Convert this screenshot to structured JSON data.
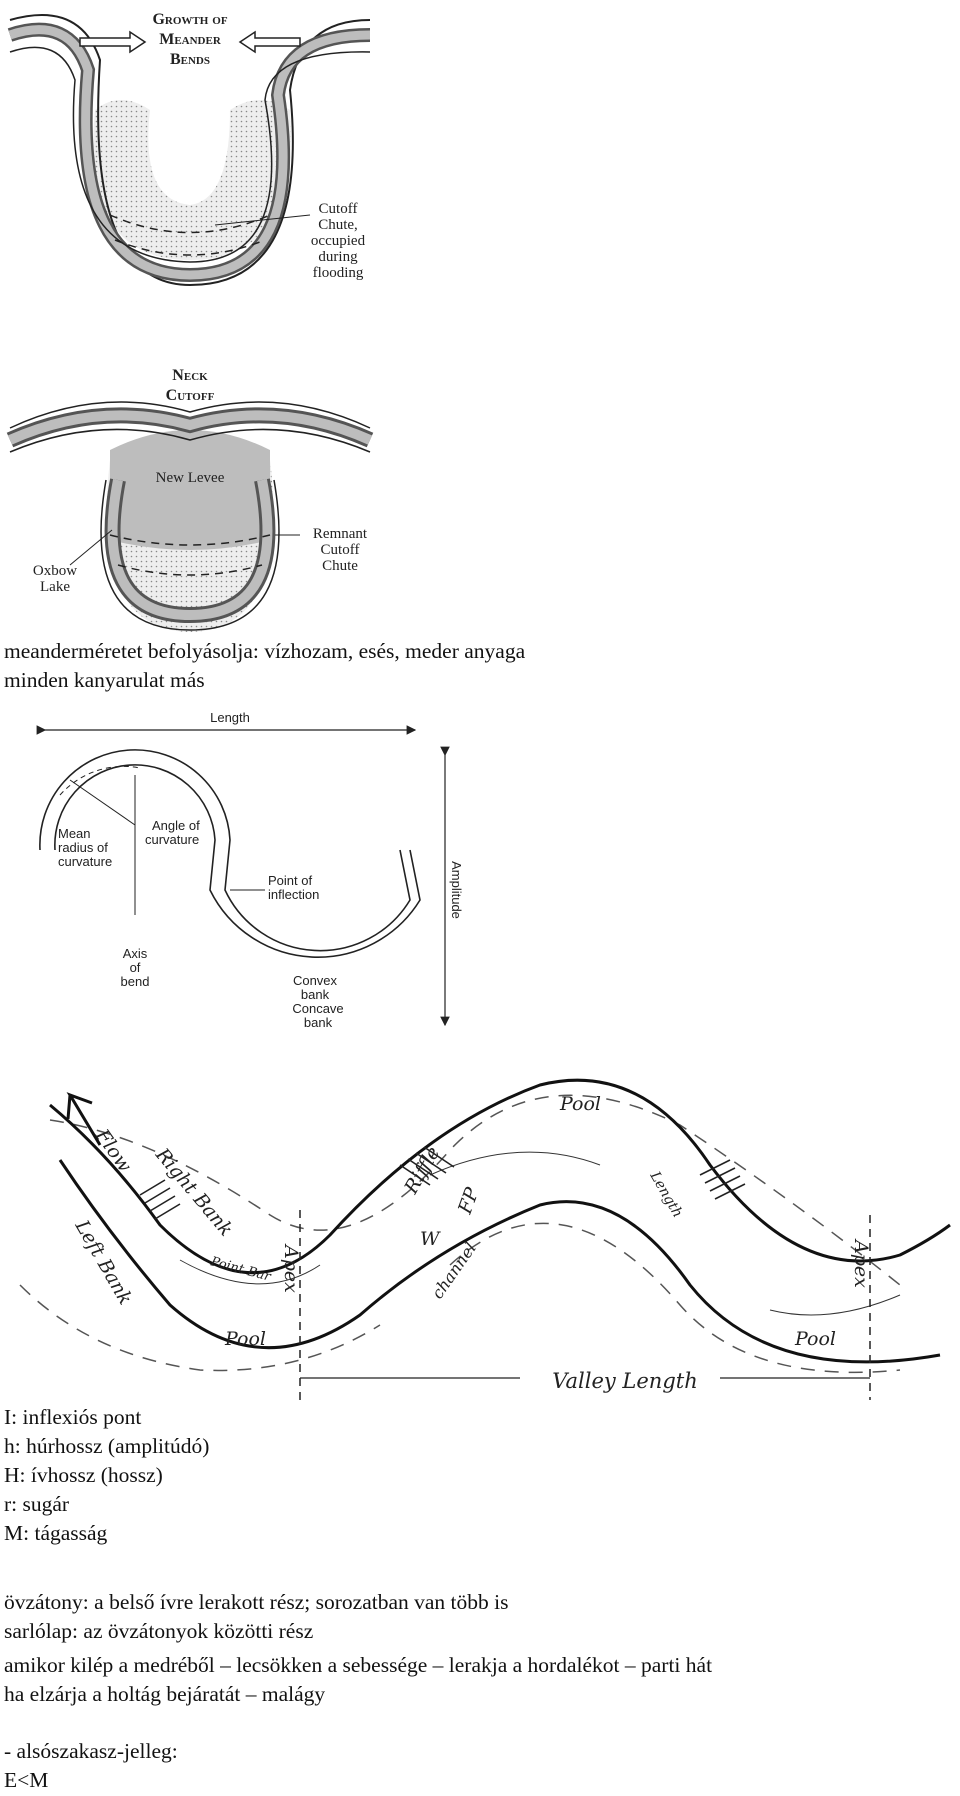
{
  "figure1": {
    "title_lines": [
      "Growth of",
      "Meander",
      "Bends"
    ],
    "cutoff_label_lines": [
      "Cutoff",
      "Chute,",
      "occupied",
      "during",
      "flooding"
    ]
  },
  "figure2": {
    "title_lines": [
      "Neck",
      "Cutoff"
    ],
    "new_levee": "New Levee",
    "oxbow_lines": [
      "Oxbow",
      "Lake"
    ],
    "remnant_lines": [
      "Remnant",
      "Cutoff",
      "Chute"
    ]
  },
  "intro": {
    "line1": "meanderméretet befolyásolja: vízhozam, esés, meder anyaga",
    "line2": "minden kanyarulat más"
  },
  "figure3": {
    "length": "Length",
    "amplitude": "Amplitude",
    "mean_radius_lines": [
      "Mean",
      "radius of",
      "curvature"
    ],
    "angle_lines": [
      "Angle of",
      "curvature"
    ],
    "point_lines": [
      "Point of",
      "inflection"
    ],
    "axis_lines": [
      "Axis",
      "of",
      "bend"
    ],
    "convex_lines": [
      "Convex",
      "bank"
    ],
    "concave_lines": [
      "Concave",
      "bank"
    ]
  },
  "figure4": {
    "pool": "Pool",
    "flow": "Flow",
    "right_bank": "Right Bank",
    "left_bank": "Left Bank",
    "riffle": "Riffle",
    "apex": "Apex",
    "point_bar": "Point Bar",
    "channel": "channel",
    "fp": "FP",
    "w": "W",
    "valley_length": "Valley Length",
    "length": "Length"
  },
  "definitions": [
    "I: inflexiós pont",
    "h: húrhossz (amplitúdó)",
    "H: ívhossz (hossz)",
    "r: sugár",
    "M: tágasság"
  ],
  "paragraph1": [
    "övzátony: a belső ívre lerakott rész; sorozatban van több is",
    "sarlólap: az övzátonyok közötti rész"
  ],
  "paragraph2": [
    "amikor kilép a medréből – lecsökken a sebessége – lerakja a hordalékot – parti hát",
    "ha elzárja a holtág bejáratát – malágy"
  ],
  "paragraph3": [
    "- alsószakasz-jelleg:",
    "E<M"
  ]
}
